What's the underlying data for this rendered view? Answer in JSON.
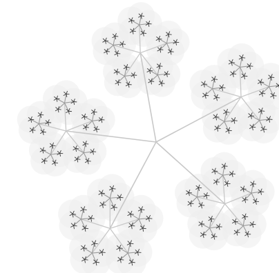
{
  "figure": {
    "kind": "recursive-branching-fractal",
    "style": "snowflake",
    "center_branch_count": 5,
    "sub_branch_count": 5,
    "recursion_depth": 4,
    "colors": {
      "background": "#ffffff",
      "primary_stroke": "#c8c8c8",
      "inner_stroke": "#9a9a9a",
      "leaf_stroke": "#3a3a3a",
      "halo": "#ececec"
    }
  }
}
